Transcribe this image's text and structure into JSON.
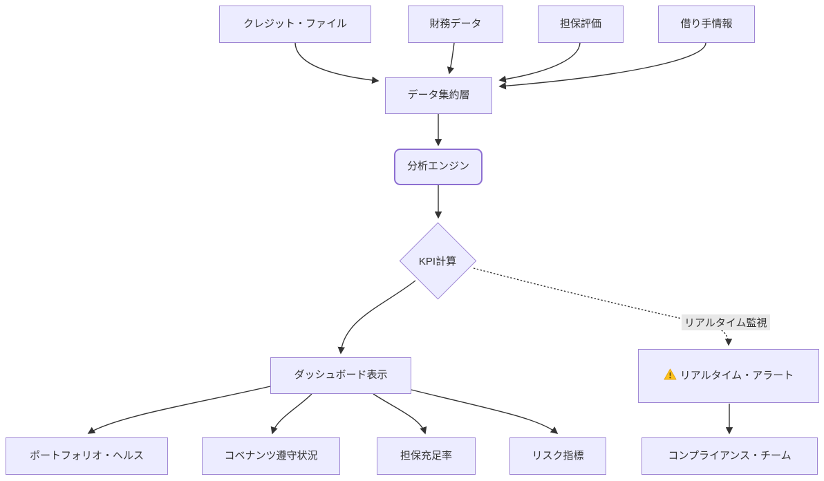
{
  "diagram": {
    "type": "flowchart",
    "nodes": {
      "credit_file": {
        "label": "クレジット・ファイル"
      },
      "financial_data": {
        "label": "財務データ"
      },
      "collateral_valuation": {
        "label": "担保評価"
      },
      "borrower_info": {
        "label": "借り手情報"
      },
      "data_aggregation": {
        "label": "データ集約層"
      },
      "analysis_engine": {
        "label": "分析エンジン"
      },
      "kpi_calculation": {
        "label": "KPI計算"
      },
      "dashboard_display": {
        "label": "ダッシュボード表示"
      },
      "realtime_alert": {
        "label": "リアルタイム・アラート",
        "icon": "warning-icon"
      },
      "portfolio_health": {
        "label": "ポートフォリオ・ヘルス"
      },
      "covenant_compliance": {
        "label": "コベナンツ遵守状況"
      },
      "collateral_coverage": {
        "label": "担保充足率"
      },
      "risk_indicators": {
        "label": "リスク指標"
      },
      "compliance_team": {
        "label": "コンプライアンス・チーム"
      }
    },
    "edge_labels": {
      "realtime_monitoring": "リアルタイム監視"
    },
    "edges": [
      {
        "from": "credit_file",
        "to": "data_aggregation",
        "style": "solid"
      },
      {
        "from": "financial_data",
        "to": "data_aggregation",
        "style": "solid"
      },
      {
        "from": "collateral_valuation",
        "to": "data_aggregation",
        "style": "solid"
      },
      {
        "from": "borrower_info",
        "to": "data_aggregation",
        "style": "solid"
      },
      {
        "from": "data_aggregation",
        "to": "analysis_engine",
        "style": "solid"
      },
      {
        "from": "analysis_engine",
        "to": "kpi_calculation",
        "style": "solid"
      },
      {
        "from": "kpi_calculation",
        "to": "dashboard_display",
        "style": "solid"
      },
      {
        "from": "kpi_calculation",
        "to": "realtime_alert",
        "style": "dotted",
        "label": "リアルタイム監視"
      },
      {
        "from": "dashboard_display",
        "to": "portfolio_health",
        "style": "solid"
      },
      {
        "from": "dashboard_display",
        "to": "covenant_compliance",
        "style": "solid"
      },
      {
        "from": "dashboard_display",
        "to": "collateral_coverage",
        "style": "solid"
      },
      {
        "from": "dashboard_display",
        "to": "risk_indicators",
        "style": "solid"
      },
      {
        "from": "realtime_alert",
        "to": "compliance_team",
        "style": "solid"
      }
    ],
    "colors": {
      "node_fill": "#ECECFF",
      "node_border": "#9370DB",
      "edge": "#333333",
      "edge_label_bg": "#e8e8e8",
      "text": "#333333",
      "warning_yellow": "#fcc21c"
    }
  }
}
